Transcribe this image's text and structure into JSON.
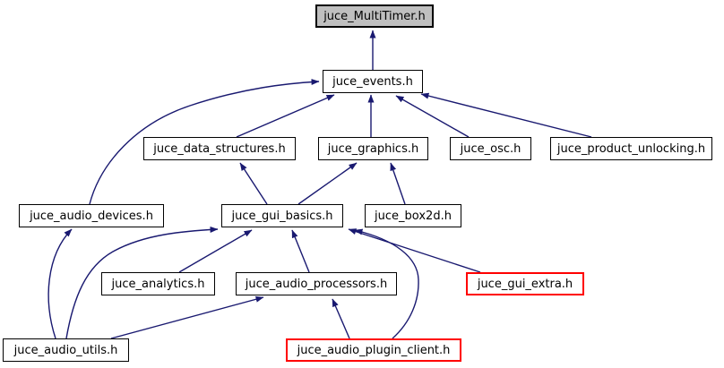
{
  "diagram": {
    "kind": "include-dependency-graph",
    "colors": {
      "background": "#ffffff",
      "edge": "#191970",
      "node_border": "#000000",
      "node_fill": "#ffffff",
      "root_node_fill": "#bfbfbf",
      "truncated_node_border": "#ff0000"
    },
    "nodes": [
      {
        "label": "juce_MultiTimer.h",
        "style": "root"
      },
      {
        "label": "juce_events.h",
        "style": "normal"
      },
      {
        "label": "juce_data_structures.h",
        "style": "normal"
      },
      {
        "label": "juce_graphics.h",
        "style": "normal"
      },
      {
        "label": "juce_osc.h",
        "style": "normal"
      },
      {
        "label": "juce_product_unlocking.h",
        "style": "normal"
      },
      {
        "label": "juce_audio_devices.h",
        "style": "normal"
      },
      {
        "label": "juce_gui_basics.h",
        "style": "normal"
      },
      {
        "label": "juce_box2d.h",
        "style": "normal"
      },
      {
        "label": "juce_analytics.h",
        "style": "normal"
      },
      {
        "label": "juce_audio_processors.h",
        "style": "normal"
      },
      {
        "label": "juce_gui_extra.h",
        "style": "truncated"
      },
      {
        "label": "juce_audio_utils.h",
        "style": "normal"
      },
      {
        "label": "juce_audio_plugin_client.h",
        "style": "truncated"
      }
    ],
    "edges": [
      {
        "from": "juce_events.h",
        "to": "juce_MultiTimer.h"
      },
      {
        "from": "juce_data_structures.h",
        "to": "juce_events.h"
      },
      {
        "from": "juce_graphics.h",
        "to": "juce_events.h"
      },
      {
        "from": "juce_osc.h",
        "to": "juce_events.h"
      },
      {
        "from": "juce_product_unlocking.h",
        "to": "juce_events.h"
      },
      {
        "from": "juce_audio_devices.h",
        "to": "juce_events.h"
      },
      {
        "from": "juce_gui_basics.h",
        "to": "juce_data_structures.h"
      },
      {
        "from": "juce_gui_basics.h",
        "to": "juce_graphics.h"
      },
      {
        "from": "juce_box2d.h",
        "to": "juce_graphics.h"
      },
      {
        "from": "juce_audio_utils.h",
        "to": "juce_audio_devices.h"
      },
      {
        "from": "juce_audio_utils.h",
        "to": "juce_gui_basics.h"
      },
      {
        "from": "juce_analytics.h",
        "to": "juce_gui_basics.h"
      },
      {
        "from": "juce_audio_processors.h",
        "to": "juce_gui_basics.h"
      },
      {
        "from": "juce_gui_extra.h",
        "to": "juce_gui_basics.h"
      },
      {
        "from": "juce_audio_plugin_client.h",
        "to": "juce_gui_basics.h"
      },
      {
        "from": "juce_audio_utils.h",
        "to": "juce_audio_processors.h"
      },
      {
        "from": "juce_audio_plugin_client.h",
        "to": "juce_audio_processors.h"
      }
    ]
  }
}
